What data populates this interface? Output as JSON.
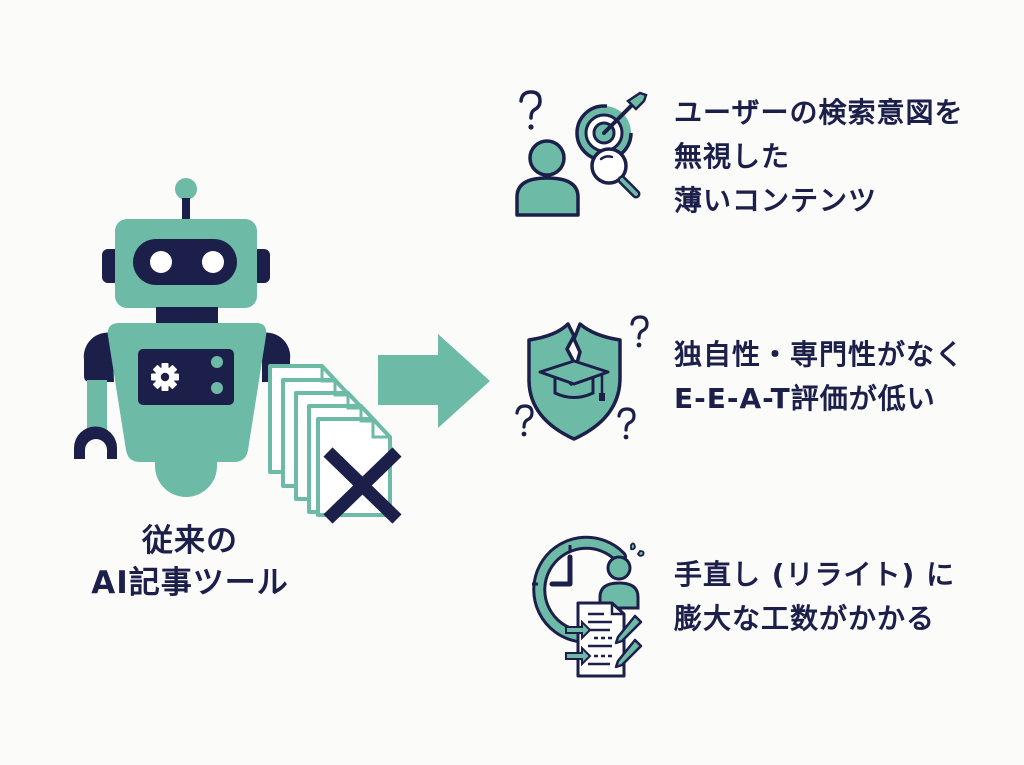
{
  "colors": {
    "teal": "#6dbaa7",
    "navy": "#1c1f4a",
    "background": "#fbfbfa",
    "white": "#ffffff"
  },
  "left": {
    "icon": "robot-icon",
    "documents_icon": "document-stack-icon",
    "reject_icon": "x-mark-icon",
    "label_lines": [
      "従来の",
      "AI記事ツール"
    ]
  },
  "arrow": {
    "icon": "right-arrow-icon"
  },
  "problems": [
    {
      "icon": "user-target-search-icon",
      "lines": [
        "ユーザーの検索意図を",
        "無視した",
        "薄いコンテンツ"
      ]
    },
    {
      "icon": "broken-shield-graduation-cap-icon",
      "lines": [
        "独自性・専門性がなく",
        "E-E-A-T評価が低い"
      ]
    },
    {
      "icon": "clock-rewrite-document-icon",
      "lines": [
        "手直し (リライト) に",
        "膨大な工数がかかる"
      ]
    }
  ]
}
